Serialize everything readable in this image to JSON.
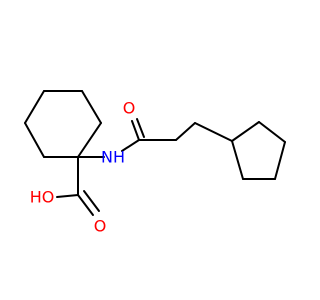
{
  "colors": {
    "bond": "#000000",
    "oxygen": "#ff0000",
    "nitrogen": "#0000ff",
    "background": "#ffffff"
  },
  "atoms": {
    "carbonyl_oxygen": "O",
    "amide_nh": "NH",
    "hydroxyl": "HO",
    "acid_oxygen": "O"
  }
}
